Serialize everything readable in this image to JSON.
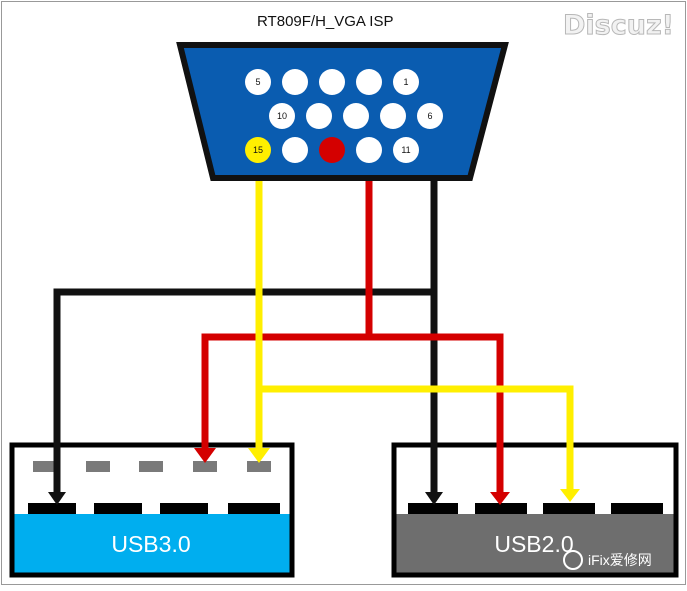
{
  "title": "RT809F/H_VGA  ISP",
  "watermark_logo": "Discuz!",
  "watermark_footer": "iFix爱修网",
  "vga_connector": {
    "shell_color": "#0a5cb0",
    "pins": [
      {
        "label": "5"
      },
      {
        "label": ""
      },
      {
        "label": ""
      },
      {
        "label": ""
      },
      {
        "label": "1"
      },
      {
        "label": "10"
      },
      {
        "label": ""
      },
      {
        "label": ""
      },
      {
        "label": ""
      },
      {
        "label": "6"
      },
      {
        "label": "15",
        "color": "#ffef00"
      },
      {
        "label": ""
      },
      {
        "label": "",
        "color": "#d40000"
      },
      {
        "label": ""
      },
      {
        "label": "11"
      }
    ]
  },
  "usb30": {
    "label": "USB3.0",
    "color": "#00aeef"
  },
  "usb20": {
    "label": "USB2.0",
    "color": "#6e6e6e"
  },
  "wire_colors": {
    "black": "#111111",
    "red": "#d40000",
    "yellow": "#ffef00"
  }
}
